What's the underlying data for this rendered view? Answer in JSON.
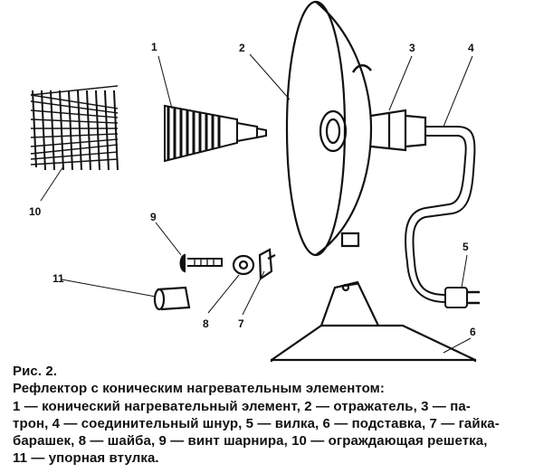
{
  "figure": {
    "part_numbers": [
      "1",
      "2",
      "3",
      "4",
      "5",
      "6",
      "7",
      "8",
      "9",
      "10",
      "11"
    ]
  },
  "caption": {
    "title": "Рис. 2.",
    "heading": "Рефлектор с коническим нагревательным элементом:",
    "legend_lines": [
      "1 — конический нагревательный элемент, 2 — отражатель, 3 — па-",
      "трон, 4 — соединительный шнур, 5 — вилка, 6 — подставка, 7 — гайка-",
      "барашек, 8 — шайба, 9 — винт шарнира, 10 — ограждающая решетка,",
      "11 — упорная втулка."
    ]
  }
}
